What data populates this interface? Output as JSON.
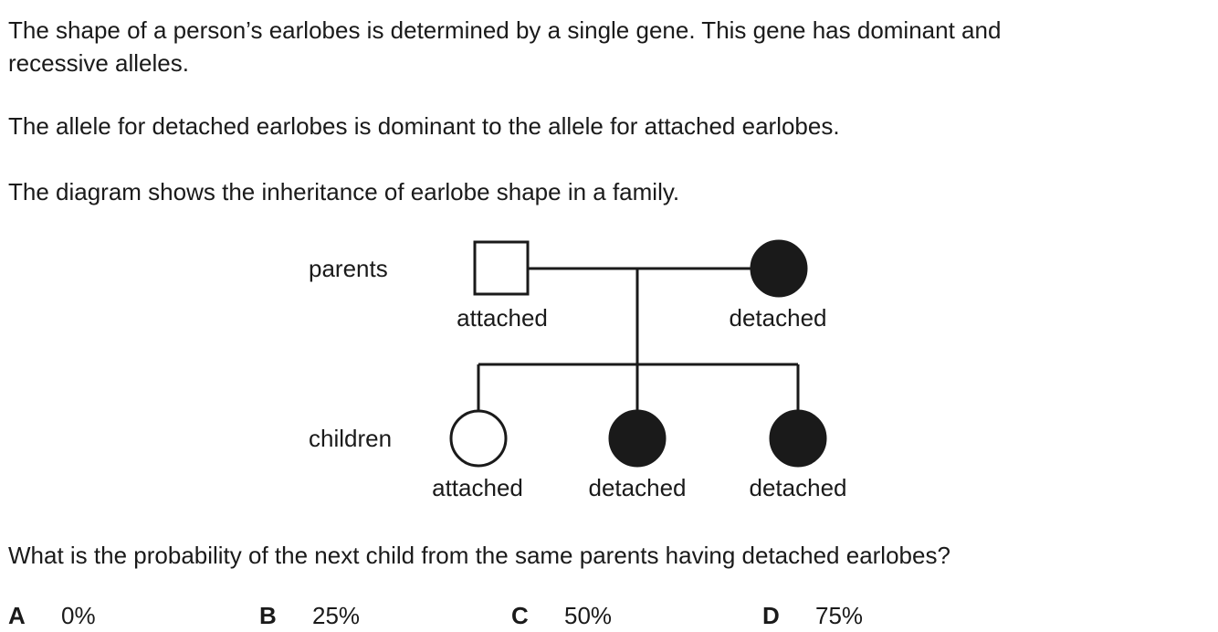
{
  "intro": "The shape of a person’s earlobes is determined by a single gene. This gene has dominant and\nrecessive alleles.",
  "intro_line1": "The shape of a person’s earlobes is determined by a single gene. This gene has dominant and",
  "intro_line2": "recessive alleles.",
  "dominance": "The allele for detached earlobes is dominant to the allele for attached earlobes.",
  "diagram_description": "The diagram shows the inheritance of earlobe shape in a family.",
  "pedigree": {
    "generation_labels": {
      "parents": "parents",
      "children": "children"
    },
    "parents": [
      {
        "sex": "male",
        "symbol": "square",
        "filled": false,
        "phenotype": "attached"
      },
      {
        "sex": "female",
        "symbol": "circle",
        "filled": true,
        "phenotype": "detached"
      }
    ],
    "children": [
      {
        "sex": "female",
        "symbol": "circle",
        "filled": false,
        "phenotype": "attached"
      },
      {
        "sex": "female",
        "symbol": "circle",
        "filled": true,
        "phenotype": "detached"
      },
      {
        "sex": "female",
        "symbol": "circle",
        "filled": true,
        "phenotype": "detached"
      }
    ],
    "colors": {
      "filled": "#1a1a1a",
      "unfilled": "#ffffff",
      "line": "#1a1a1a"
    }
  },
  "question": "What is the probability of the next child from the same parents having detached earlobes?",
  "options": [
    {
      "letter": "A",
      "text": "0%"
    },
    {
      "letter": "B",
      "text": "25%"
    },
    {
      "letter": "C",
      "text": "50%"
    },
    {
      "letter": "D",
      "text": "75%"
    }
  ]
}
